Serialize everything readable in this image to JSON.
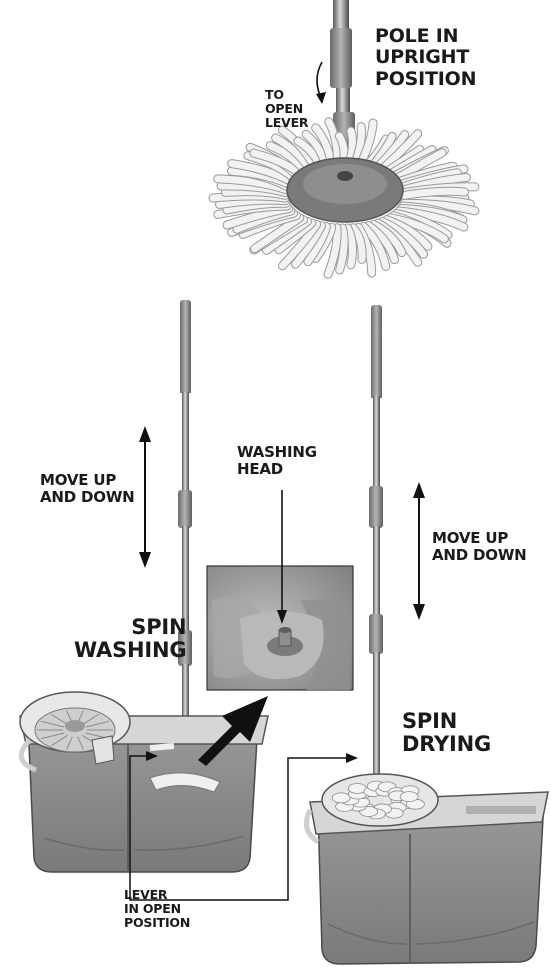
{
  "labels": {
    "pole_upright": "POLE IN\nUPRIGHT\nPOSITION",
    "to_open_lever": "TO\nOPEN\nLEVER",
    "move_up_down_left": "MOVE UP\nAND DOWN",
    "washing_head": "WASHING\nHEAD",
    "move_up_down_right": "MOVE UP\nAND DOWN",
    "spin_washing": "SPIN\nWASHING",
    "spin_drying": "SPIN\nDRYING",
    "lever_open": "LEVER\nIN OPEN\nPOSITION"
  },
  "colors": {
    "bucket": "#8c8c8c",
    "bucket_dark": "#6f6f6f",
    "rim": "#d9d9d9",
    "pole": "#9a9a9a",
    "mop_fiber": "#f2f2f2",
    "text": "#1a1a1a",
    "arrow": "#111111"
  }
}
